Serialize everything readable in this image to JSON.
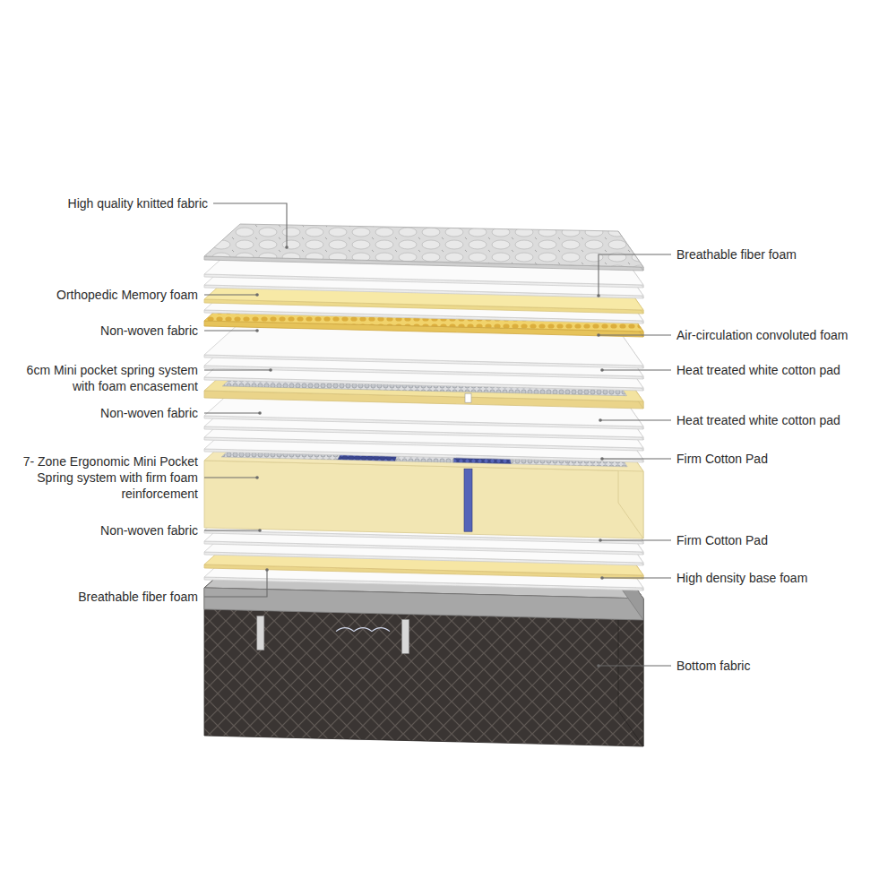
{
  "diagram": {
    "labels": [
      "High quality knitted fabric",
      "Orthopedic Memory foam",
      "Non-woven fabric",
      "6cm Mini pocket spring system with foam encasement",
      "Non-woven fabric",
      "7- Zone Ergonomic Mini Pocket Spring system with firm foam reinforcement",
      "Non-woven fabric",
      "Breathable fiber foam",
      "Breathable fiber foam",
      "Air-circulation convoluted foam",
      "Heat treated white cotton pad",
      "Heat treated white cotton pad",
      "Firm Cotton Pad",
      "Firm Cotton Pad",
      "High density base foam",
      "Bottom fabric"
    ]
  }
}
